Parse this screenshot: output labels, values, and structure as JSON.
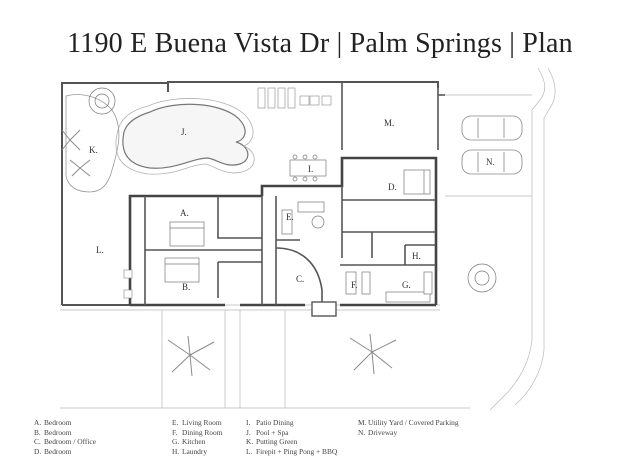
{
  "title": "1190 E Buena Vista Dr | Palm Springs | Plan",
  "room_labels": {
    "A": "A.",
    "B": "B.",
    "C": "C.",
    "D": "D.",
    "E": "E.",
    "F": "F.",
    "G": "G.",
    "H": "H.",
    "I": "I.",
    "J": "J.",
    "K": "K.",
    "L": "L.",
    "M": "M.",
    "N": "N."
  },
  "legend": [
    [
      {
        "key": "A.",
        "label": "Bedroom"
      },
      {
        "key": "B.",
        "label": "Bedroom"
      },
      {
        "key": "C.",
        "label": "Bedroom / Office"
      },
      {
        "key": "D.",
        "label": "Bedroom"
      }
    ],
    [
      {
        "key": "E.",
        "label": "Living Room"
      },
      {
        "key": "F.",
        "label": "Dining Room"
      },
      {
        "key": "G.",
        "label": "Kitchen"
      },
      {
        "key": "H.",
        "label": "Laundry"
      }
    ],
    [
      {
        "key": "I.",
        "label": "Patio Dining"
      },
      {
        "key": "J.",
        "label": "Pool + Spa"
      },
      {
        "key": "K.",
        "label": "Putting Green"
      },
      {
        "key": "L.",
        "label": "Firepit + Ping Pong + BBQ"
      }
    ],
    [
      {
        "key": "M.",
        "label": "Utility Yard / Covered Parking"
      },
      {
        "key": "N.",
        "label": "Driveway"
      }
    ]
  ]
}
